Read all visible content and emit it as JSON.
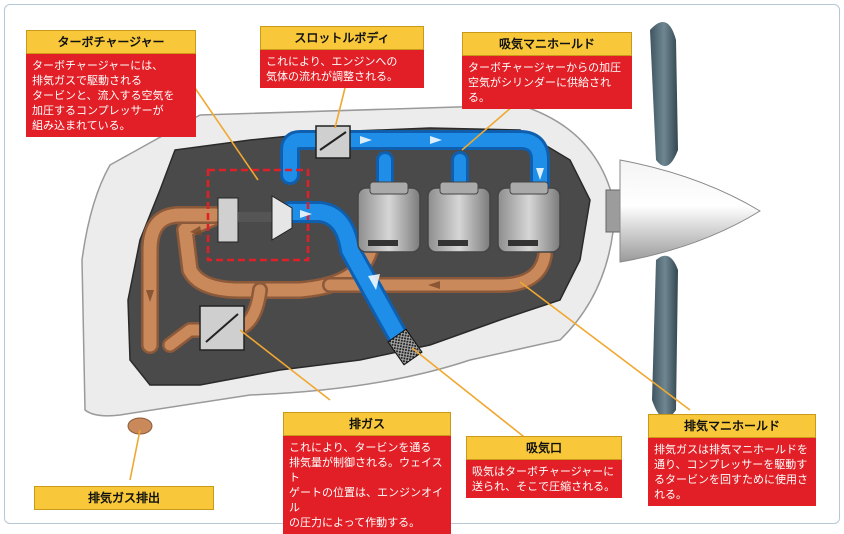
{
  "colors": {
    "title_bg": "#f8c83a",
    "body_bg": "#e21f26",
    "intake_air": "#1e8ee8",
    "exhaust_gas": "#c9895a",
    "leader_line": "#f0a830",
    "cowl": "#eeeeee",
    "engine_bay": "#4a4a4a"
  },
  "callouts": {
    "turbo": {
      "title": "ターボチャージャー",
      "body": "ターボチャージャーには、\n排気ガスで駆動される\nタービンと、流入する空気を\n加圧するコンプレッサーが\n組み込まれている。"
    },
    "throttle": {
      "title": "スロットルボディ",
      "body": "これにより、エンジンへの\n気体の流れが調整される。"
    },
    "intake_manifold": {
      "title": "吸気マニホールド",
      "body": "ターボチャージャーからの加圧\n空気がシリンダーに供給される。"
    },
    "wastegate": {
      "title": "排ガス",
      "body": "これにより、タービンを通る\n排気量が制御される。ウェイスト\nゲートの位置は、エンジンオイル\nの圧力によって作動する。"
    },
    "air_inlet": {
      "title": "吸気口",
      "body": "吸気はターボチャージャーに\n送られ、そこで圧縮される。"
    },
    "exhaust_manifold": {
      "title": "排気マニホールド",
      "body": "排気ガスは排気マニホールドを\n通り、コンプレッサーを駆動す\nるタービンを回すために使用さ\nれる。"
    },
    "exhaust_outlet": {
      "title": "排気ガス排出"
    }
  },
  "icons": [
    "propeller-icon",
    "spinner-icon",
    "cylinder-icon",
    "turbocharger-icon",
    "wastegate-icon",
    "throttle-body-icon",
    "air-filter-icon",
    "flow-arrow-icon"
  ]
}
